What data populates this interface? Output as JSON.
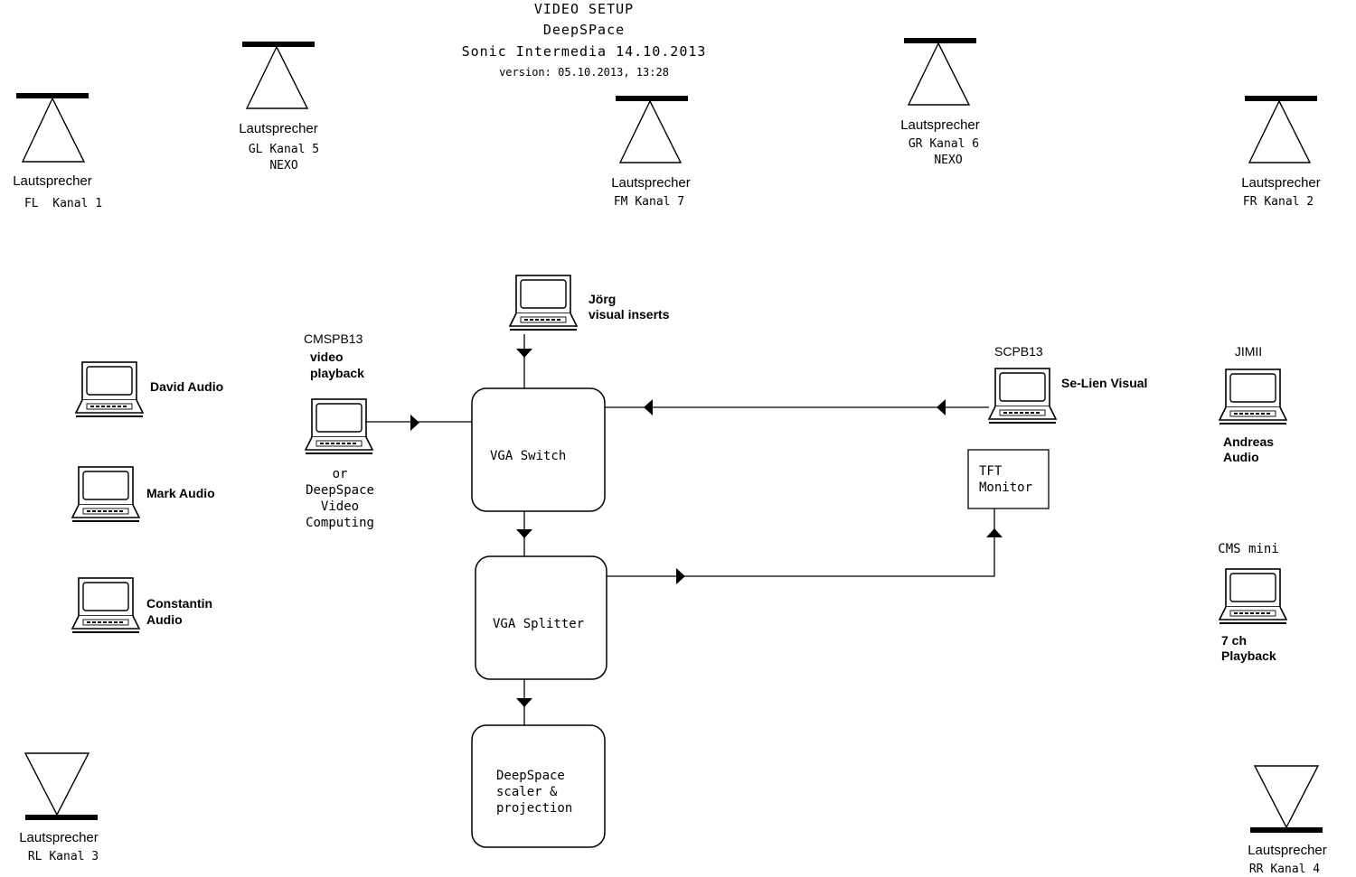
{
  "title": {
    "line1": "VIDEO SETUP",
    "line2": "DeepSPace",
    "line3": "Sonic Intermedia 14.10.2013",
    "version": "version: 05.10.2013, 13:28"
  },
  "speakers": {
    "fl": {
      "label": "Lautsprecher",
      "channel": "FL  Kanal 1"
    },
    "gl": {
      "label": "Lautsprecher",
      "channel": "GL Kanal 5",
      "brand": "NEXO"
    },
    "fm": {
      "label": "Lautsprecher",
      "channel": "FM Kanal 7"
    },
    "gr": {
      "label": "Lautsprecher",
      "channel": "GR Kanal 6",
      "brand": "NEXO"
    },
    "fr": {
      "label": "Lautsprecher",
      "channel": "FR Kanal 2"
    },
    "rl": {
      "label": "Lautsprecher",
      "channel": "RL Kanal 3"
    },
    "rr": {
      "label": "Lautsprecher",
      "channel": "RR Kanal 4"
    }
  },
  "computers": {
    "david": {
      "line1": "David Audio"
    },
    "mark": {
      "line1": "Mark Audio"
    },
    "constantin": {
      "line1": "Constantin",
      "line2": "Audio"
    },
    "cmspb13": {
      "name": "CMSPB13",
      "line1": "video",
      "line2": "playback",
      "alt1": "or",
      "alt2": "DeepSpace",
      "alt3": "Video",
      "alt4": "Computing"
    },
    "jorg": {
      "line1": "Jörg",
      "line2": "visual inserts"
    },
    "scpb13": {
      "name": "SCPB13",
      "line1": "Se-Lien Visual"
    },
    "jimii": {
      "name": "JIMII",
      "line1": "Andreas",
      "line2": "Audio"
    },
    "cmsmini": {
      "name": "CMS mini",
      "line1": "7 ch",
      "line2": "Playback"
    }
  },
  "boxes": {
    "vga_switch": "VGA Switch",
    "vga_splitter": "VGA Splitter",
    "projection": {
      "line1": "DeepSpace",
      "line2": "scaler &",
      "line3": "projection"
    },
    "tft": {
      "line1": "TFT",
      "line2": "Monitor"
    }
  }
}
